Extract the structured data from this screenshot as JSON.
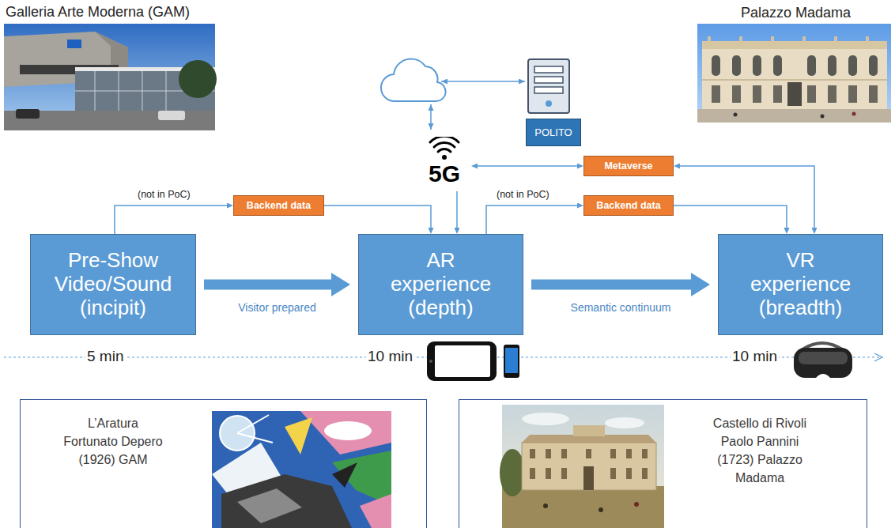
{
  "diagram": {
    "nodes": [
      {
        "text": [
          "POLITO"
        ]
      },
      {
        "text": [
          "5G"
        ]
      },
      {
        "text": [
          "Metaverse"
        ]
      },
      {
        "text": [
          "Backend data"
        ]
      },
      {
        "text": [
          "Backend data"
        ]
      },
      {
        "text": [
          "Pre-Show Video/Sound (incipit)"
        ]
      },
      {
        "text": [
          "AR experience (depth)"
        ]
      },
      {
        "text": [
          "VR experience (breadth)"
        ]
      },
      {
        "text": [
          "L’Aratura Fortunato Depero (1926) GAM"
        ]
      },
      {
        "text": [
          "Castello di Rivoli Paolo Pannini (1723) Palazzo Madama"
        ]
      }
    ],
    "edges": [
      {
        "from": 5,
        "to": 3,
        "arrow": "to"
      },
      {
        "from": 3,
        "to": 6,
        "arrow": "to"
      },
      {
        "from": 1,
        "to": 6,
        "arrow": "to"
      },
      {
        "from": 1,
        "to": 2,
        "arrow": "both"
      },
      {
        "from": 6,
        "to": 4,
        "arrow": "to"
      },
      {
        "from": 4,
        "to": 7,
        "arrow": "to"
      },
      {
        "from": 2,
        "to": 7,
        "arrow": "both"
      },
      {
        "from": 5,
        "to": 6,
        "label": "Visitor prepared",
        "arrow": "to"
      },
      {
        "from": 6,
        "to": 7,
        "label": "Semantic continuum",
        "arrow": "to"
      }
    ],
    "labels": [
      "Galleria Arte Moderna (GAM)",
      "Palazzo Madama",
      "(not in PoC)",
      "(not in PoC)",
      "5 min",
      "10 min",
      "10 min"
    ]
  }
}
